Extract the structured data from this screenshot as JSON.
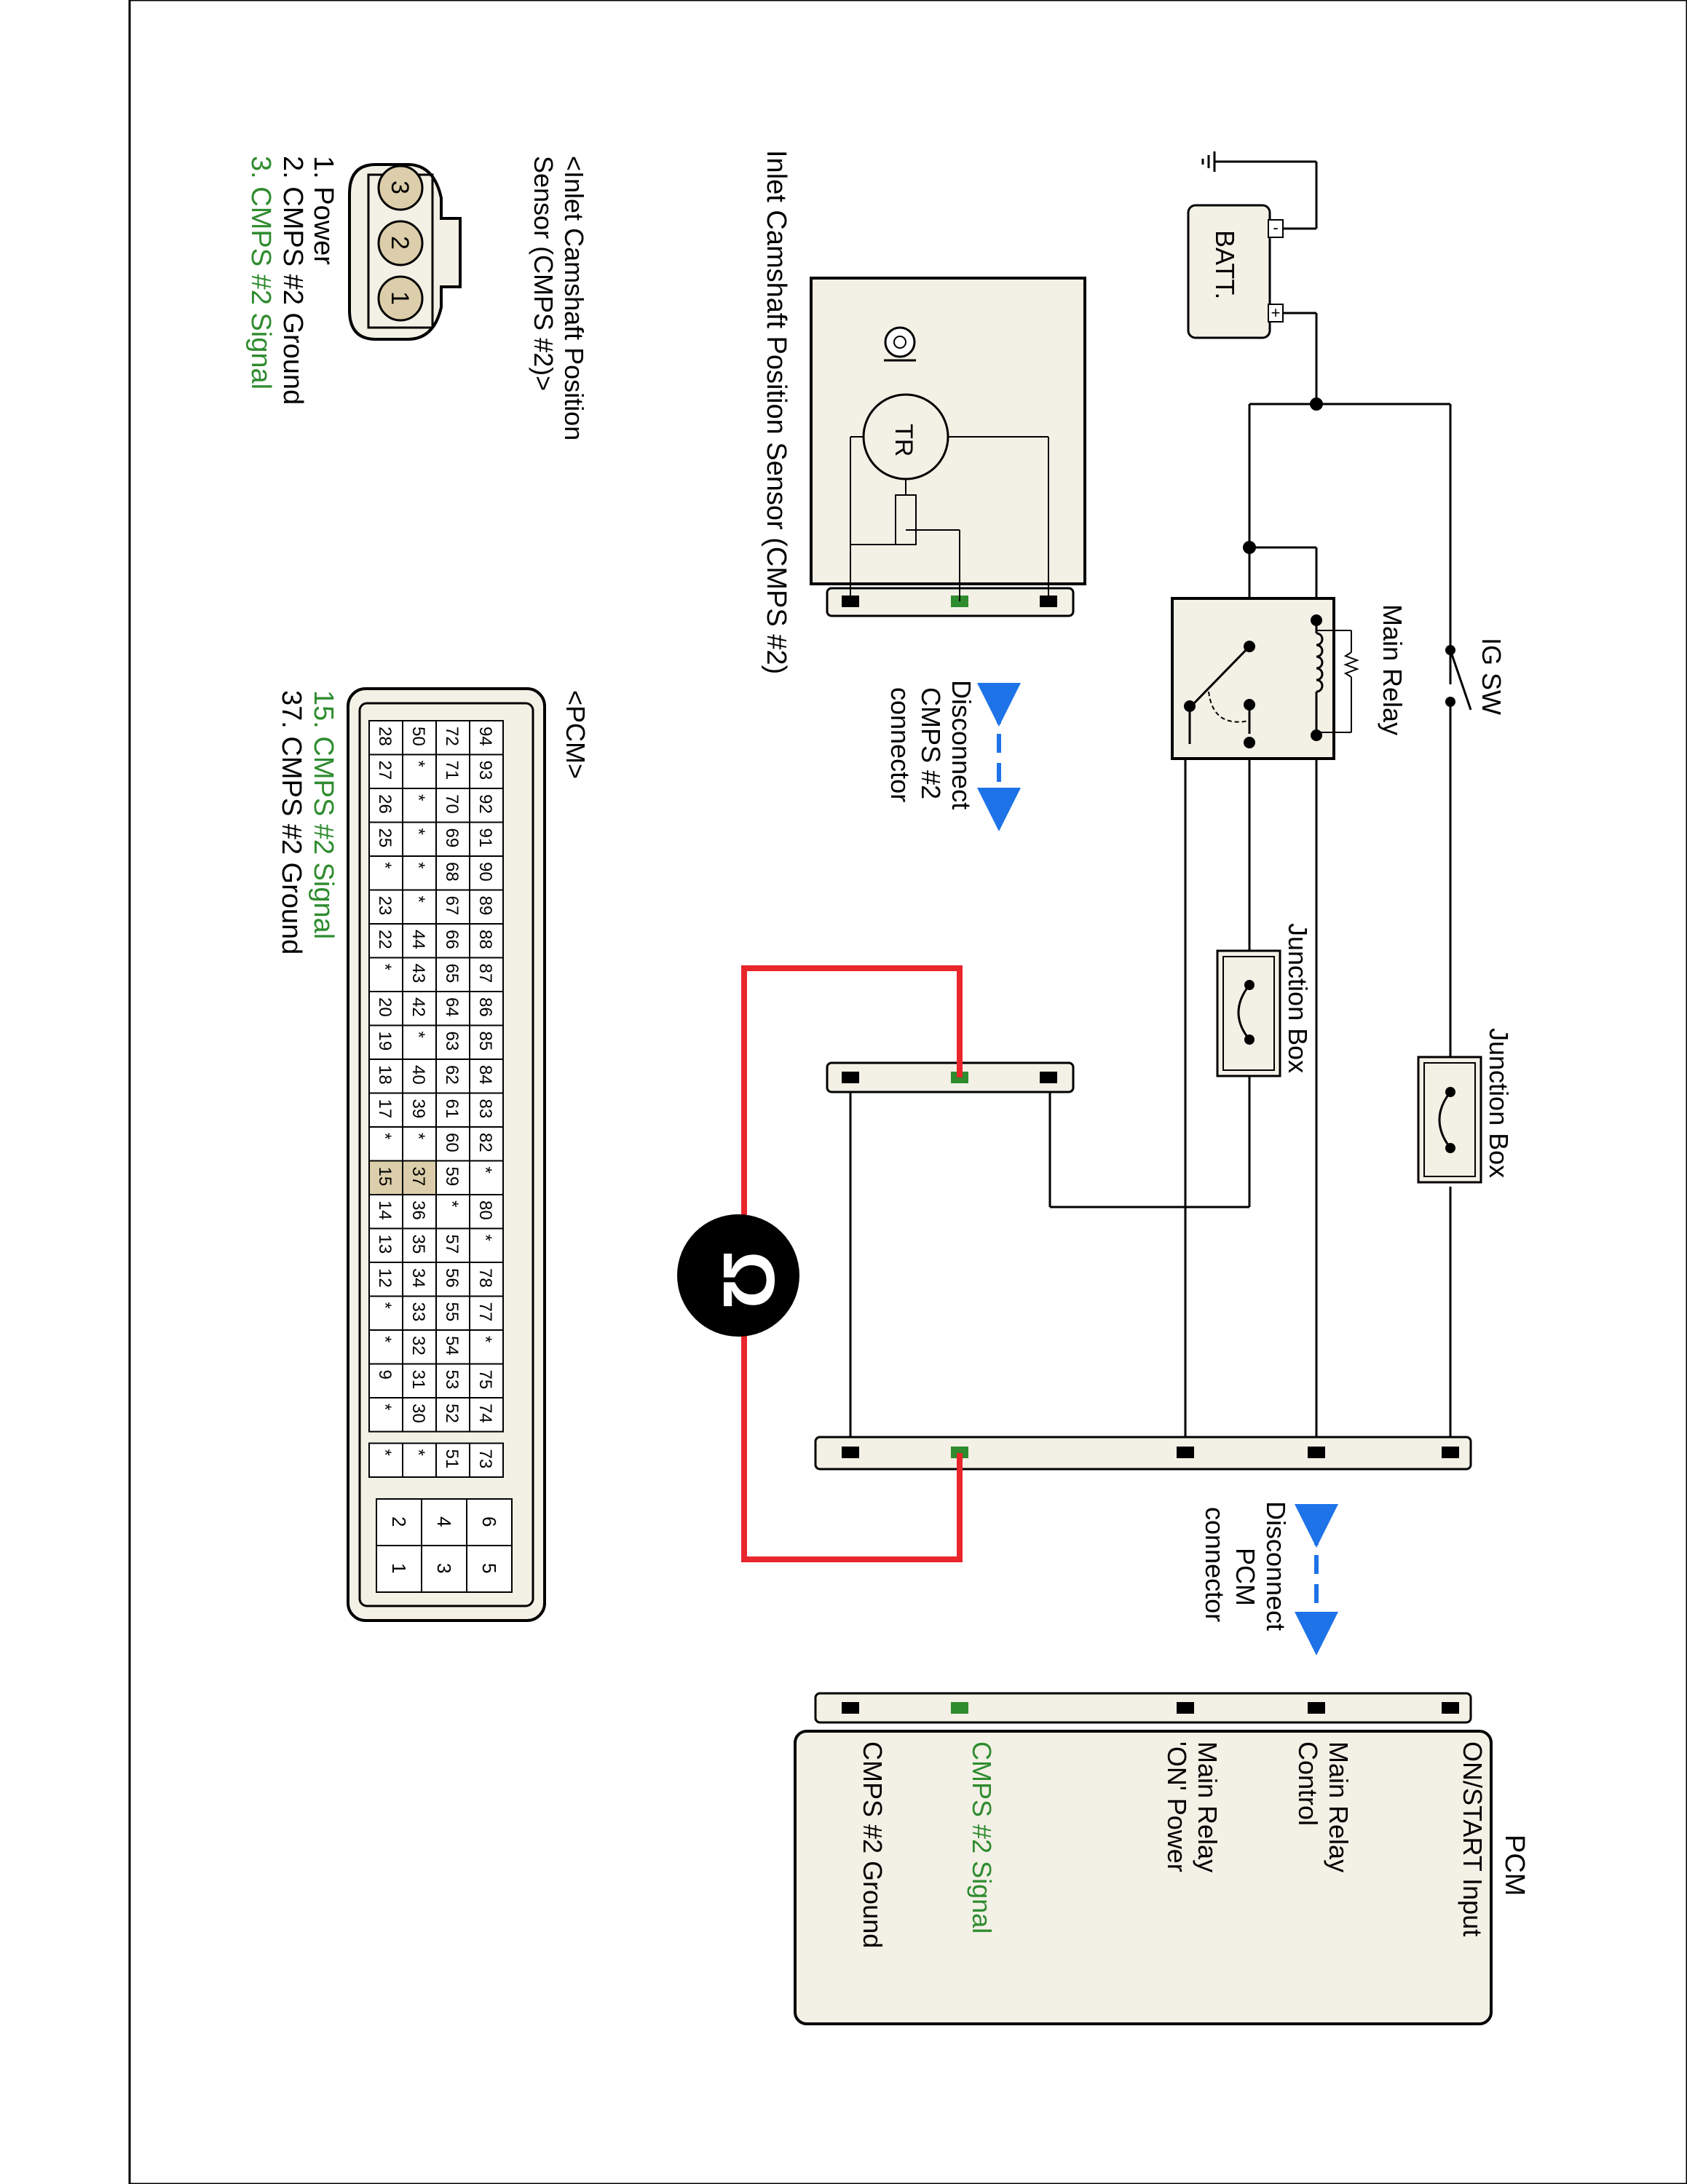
{
  "battery": {
    "label": "BATT.",
    "minus": "-",
    "plus": "+"
  },
  "ig_switch": {
    "label": "IG SW"
  },
  "main_relay": {
    "label": "Main Relay"
  },
  "junction_box_1": {
    "label": "Junction Box"
  },
  "junction_box_2": {
    "label": "Junction Box"
  },
  "pcm_connector_note": [
    "Disconnect",
    "PCM",
    "connector"
  ],
  "cmps_connector_note": [
    "Disconnect",
    "CMPS #2",
    "connector"
  ],
  "sensor": {
    "title": "Inlet Camshaft Position Sensor (CMPS #2)",
    "tr": "TR"
  },
  "pcm": {
    "label": "PCM",
    "pins": [
      {
        "lines": [
          "ON/START Input"
        ],
        "color": "#000000"
      },
      {
        "lines": [
          "Main Relay",
          "Control"
        ],
        "color": "#000000"
      },
      {
        "lines": [
          "Main Relay",
          "'ON' Power"
        ],
        "color": "#000000"
      },
      {
        "lines": [
          "CMPS #2 Signal"
        ],
        "color": "#2e8b2e"
      },
      {
        "lines": [
          "CMPS #2 Ground"
        ],
        "color": "#000000"
      }
    ]
  },
  "sensor_pinout": {
    "title_lines": [
      "<Inlet Camshaft Position",
      "Sensor (CMPS #2)>"
    ],
    "pins": [
      "3",
      "2",
      "1"
    ],
    "legend": [
      {
        "text": "1. Power",
        "color": "#000000"
      },
      {
        "text": "2. CMPS #2 Ground",
        "color": "#000000"
      },
      {
        "text": "3. CMPS #2 Signal",
        "color": "#2e8b2e"
      }
    ]
  },
  "pcm_pinout": {
    "title": "<PCM>",
    "rows": [
      [
        "94",
        "93",
        "92",
        "91",
        "90",
        "89",
        "88",
        "87",
        "86",
        "85",
        "84",
        "83",
        "82",
        "*",
        "80",
        "*",
        "78",
        "77",
        "*",
        "75",
        "74"
      ],
      [
        "72",
        "71",
        "70",
        "69",
        "68",
        "67",
        "66",
        "65",
        "64",
        "63",
        "62",
        "61",
        "60",
        "59",
        "*",
        "57",
        "56",
        "55",
        "54",
        "53",
        "52"
      ],
      [
        "50",
        "*",
        "*",
        "*",
        "*",
        "*",
        "44",
        "43",
        "42",
        "*",
        "40",
        "39",
        "*",
        "37",
        "36",
        "35",
        "34",
        "33",
        "32",
        "31",
        "30"
      ],
      [
        "28",
        "27",
        "26",
        "25",
        "*",
        "23",
        "22",
        "*",
        "20",
        "19",
        "18",
        "17",
        "*",
        "15",
        "14",
        "13",
        "12",
        "*",
        "*",
        "9",
        "*"
      ]
    ],
    "extra_col": [
      "73",
      "51",
      "*",
      "*"
    ],
    "power_pins": [
      [
        "6",
        "5"
      ],
      [
        "4",
        "3"
      ],
      [
        "2",
        "1"
      ]
    ],
    "legend": [
      {
        "text": "15. CMPS #2 Signal",
        "color": "#2e8b2e"
      },
      {
        "text": "37. CMPS #2 Ground",
        "color": "#000000"
      }
    ]
  },
  "colors": {
    "measure_wire": "#e8262b",
    "signal": "#2e8b2e",
    "arrow": "#1e73e8",
    "highlight": "#dcceaa",
    "panel": "#f3f0e6"
  },
  "meter_icon": "ohm-meter-icon",
  "meter_symbol": "Ω"
}
